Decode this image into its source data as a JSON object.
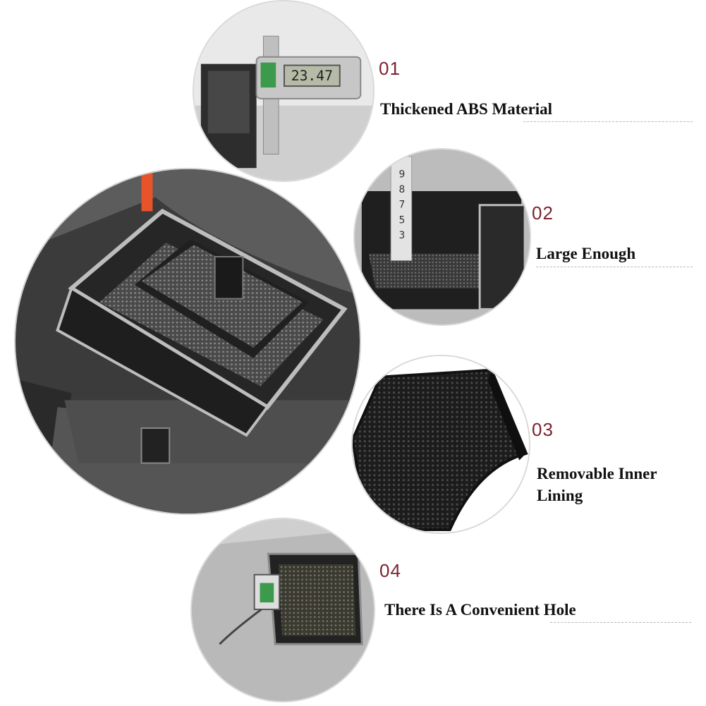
{
  "features": [
    {
      "number": "01",
      "label": "Thickened ABS Material",
      "image": "caliper-thickness-photo"
    },
    {
      "number": "02",
      "label": "Large Enough",
      "image": "ruler-depth-photo"
    },
    {
      "number": "03",
      "label_line1": "Removable Inner",
      "label_line2": "Lining",
      "image": "rubber-liner-photo"
    },
    {
      "number": "04",
      "label": "There Is A Convenient Hole",
      "image": "charging-hole-photo"
    }
  ],
  "main_image": "armrest-storage-box-installed-photo",
  "caliper_reading": "23.47",
  "colors": {
    "number": "#7a2430",
    "text": "#111111",
    "accent": "#e8532a"
  }
}
